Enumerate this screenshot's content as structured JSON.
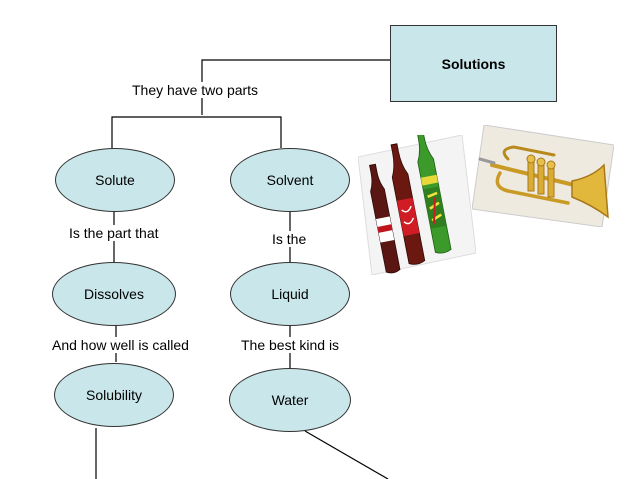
{
  "nodes": {
    "solutions": "Solutions",
    "solute": "Solute",
    "solvent": "Solvent",
    "dissolves": "Dissolves",
    "liquid": "Liquid",
    "solubility": "Solubility",
    "water": "Water"
  },
  "links": {
    "two_parts": "They have two parts",
    "part_that": "Is the part that",
    "is_the": "Is the",
    "how_well": "And how well is called",
    "best_kind": "The best kind is"
  },
  "images": {
    "bottles": "soda-bottles-image",
    "trumpet": "trumpet-image"
  },
  "colors": {
    "node_fill": "#c9e6ea",
    "line": "#000000"
  }
}
